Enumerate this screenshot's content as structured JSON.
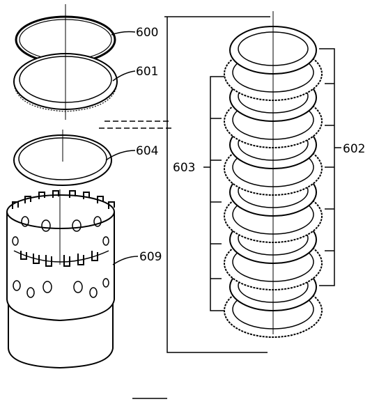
{
  "diagram": {
    "type": "exploded-parts-drawing",
    "callouts": [
      {
        "id": "600",
        "label": "600"
      },
      {
        "id": "601",
        "label": "601"
      },
      {
        "id": "602",
        "label": "602"
      },
      {
        "id": "603",
        "label": "603"
      },
      {
        "id": "604",
        "label": "604"
      },
      {
        "id": "609",
        "label": "609"
      }
    ],
    "stack": {
      "plate_count": 12
    },
    "colors": {
      "ink": "#000000",
      "paper": "#ffffff"
    }
  }
}
